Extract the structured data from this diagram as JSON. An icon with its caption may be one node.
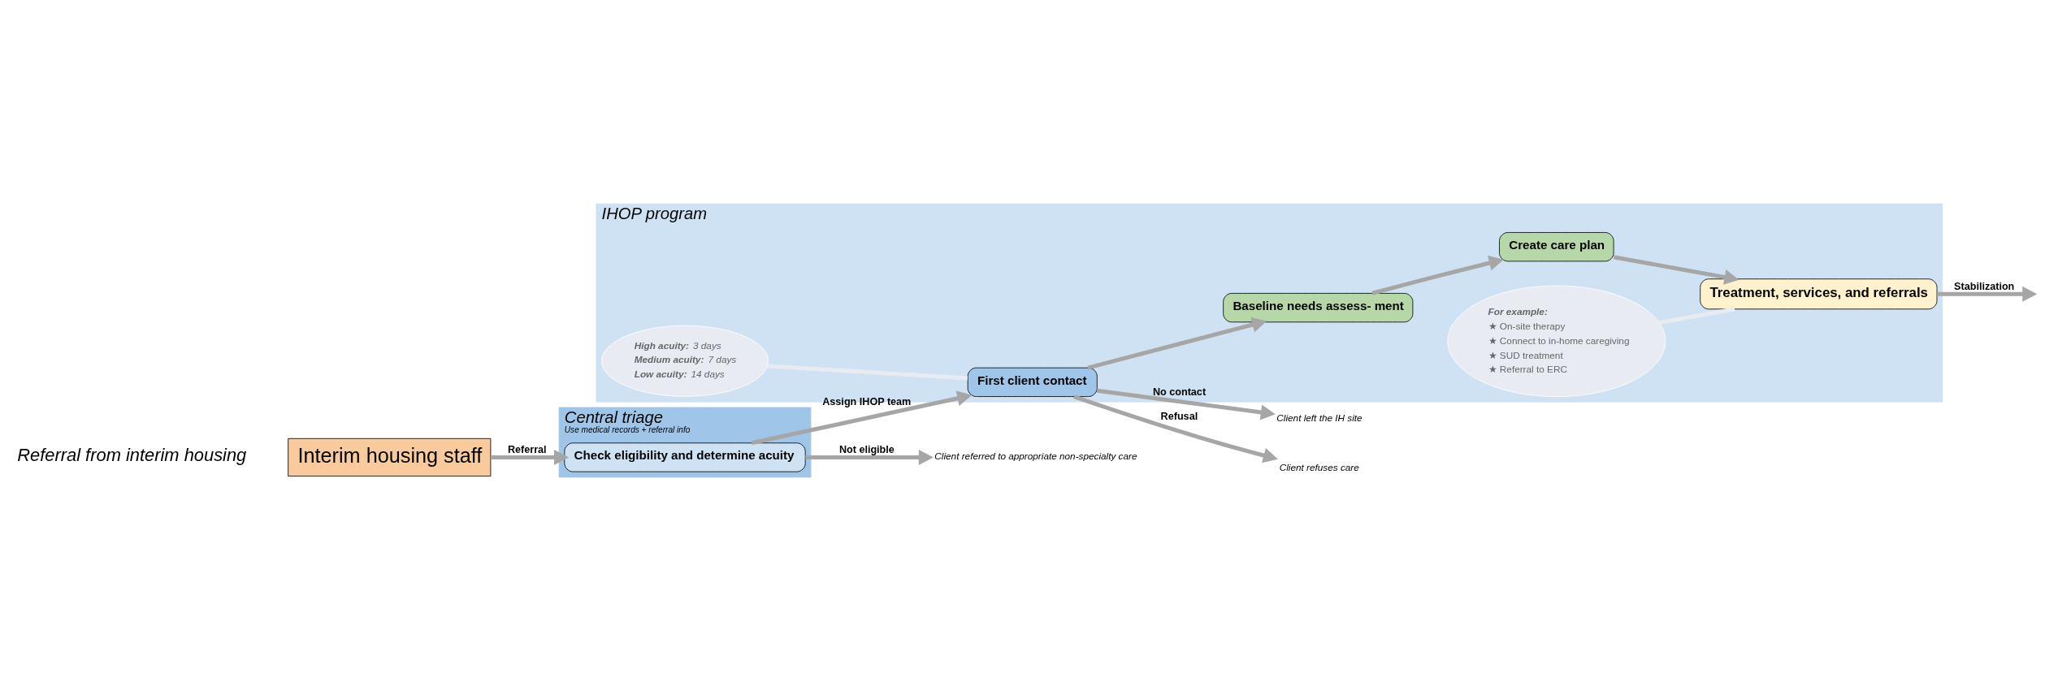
{
  "diagram": {
    "nodes": [
      {
        "text": [
          "Central triage",
          "Use medical records + referral info"
        ]
      },
      {
        "text": [
          "IHOP program"
        ]
      },
      {
        "text": [
          "Interim housing staff"
        ]
      },
      {
        "text": [
          "Check eligibility and determine acuity"
        ],
        "in": 0
      },
      {
        "text": [
          "First client contact"
        ],
        "in": 1
      },
      {
        "text": [
          "Baseline needs assess- ment"
        ],
        "in": 1
      },
      {
        "text": [
          "Create care plan"
        ],
        "in": 1
      },
      {
        "text": [
          "Treatment, services, and referrals"
        ],
        "in": 1
      },
      {
        "text": [
          "**High acuity:** 3 days",
          "**Medium acuity:** 7 days",
          "**Low acuity:** 14 days"
        ],
        "in": 1
      },
      {
        "text": [
          "For example:",
          "★ On-site therapy",
          "★ Connect to in-home caregiving",
          "★ SUD treatment",
          "★ Referral to ERC"
        ],
        "in": 1
      },
      {
        "text": [
          "Client referred to appropriate non-specialty care"
        ]
      },
      {
        "text": [
          "Client left the IH site"
        ]
      },
      {
        "text": [
          "Client refuses care"
        ]
      }
    ],
    "edges": [
      {
        "from": 2,
        "to": 3,
        "arrow": "to",
        "label": "Referral"
      },
      {
        "from": 3,
        "to": 4,
        "arrow": "to",
        "label": "Assign IHOP team"
      },
      {
        "from": 3,
        "to": 10,
        "arrow": "to",
        "label": "Not eligible"
      },
      {
        "from": 4,
        "to": 5,
        "arrow": "to"
      },
      {
        "from": 5,
        "to": 6,
        "arrow": "to"
      },
      {
        "from": 6,
        "to": 7,
        "arrow": "to"
      },
      {
        "from": 4,
        "to": 11,
        "arrow": "to",
        "label": "No contact"
      },
      {
        "from": 4,
        "to": 12,
        "arrow": "to",
        "label": "Refusal"
      },
      {
        "from": 7,
        "to": null,
        "arrow": "to",
        "label": "Stabilization"
      },
      {
        "from": 8,
        "to": 4,
        "arrow": "none"
      },
      {
        "from": 9,
        "to": 7,
        "arrow": "none"
      }
    ],
    "labels": [
      "Referral from interim housing"
    ]
  }
}
